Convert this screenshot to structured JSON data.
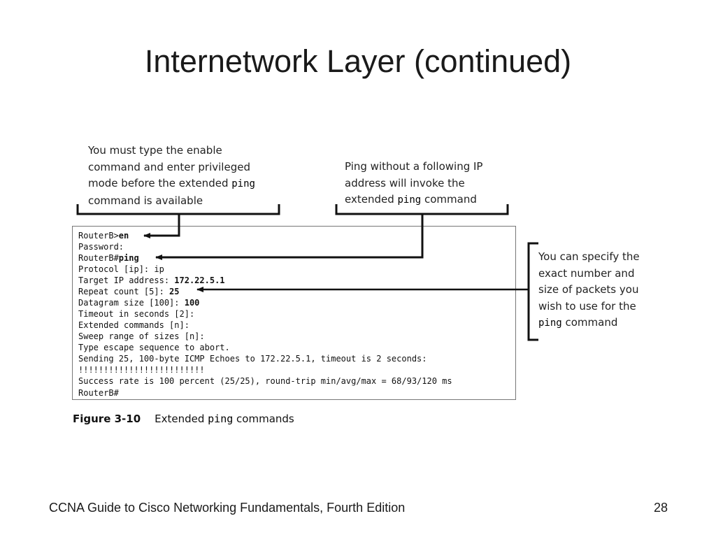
{
  "slide": {
    "title": "Internetwork Layer (continued)",
    "footer_left": "CCNA Guide to Cisco Networking Fundamentals, Fourth Edition",
    "page_number": "28"
  },
  "callouts": {
    "enable": {
      "line1": "You must type the enable",
      "line2": "command and enter privileged",
      "line3_text": "mode before the extended ",
      "line3_code": "ping",
      "line4": "command is available"
    },
    "ping_no_ip": {
      "line1": "Ping without a following IP",
      "line2": "address will invoke the",
      "line3_text": "extended ",
      "line3_code": "ping",
      "line3_after": " command"
    },
    "packets": {
      "line1": "You can specify the",
      "line2": "exact number and",
      "line3": "size of packets you",
      "line4": "wish to use for the",
      "line5_code": "ping",
      "line5_after": " command"
    }
  },
  "terminal": {
    "l1_prompt": "RouterB>",
    "l1_cmd": "en",
    "l2": "Password:",
    "l3_prompt": "RouterB#",
    "l3_cmd": "ping",
    "l4": "Protocol [ip]: ip",
    "l5_label": "Target IP address: ",
    "l5_val": "172.22.5.1",
    "l6_label": "Repeat count [5]: ",
    "l6_val": "25",
    "l7_label": "Datagram size [100]: ",
    "l7_val": "100",
    "l8": "Timeout in seconds [2]:",
    "l9": "Extended commands [n]:",
    "l10": "Sweep range of sizes [n]:",
    "l11": "Type escape sequence to abort.",
    "l12": "Sending 25, 100-byte ICMP Echoes to 172.22.5.1, timeout is 2 seconds:",
    "l13": "!!!!!!!!!!!!!!!!!!!!!!!!!",
    "l14": "Success rate is 100 percent (25/25), round-trip min/avg/max = 68/93/120 ms",
    "l15": "RouterB#"
  },
  "caption": {
    "figure_number": "Figure 3-10",
    "text_before": "Extended ",
    "code": "ping",
    "text_after": " commands"
  }
}
